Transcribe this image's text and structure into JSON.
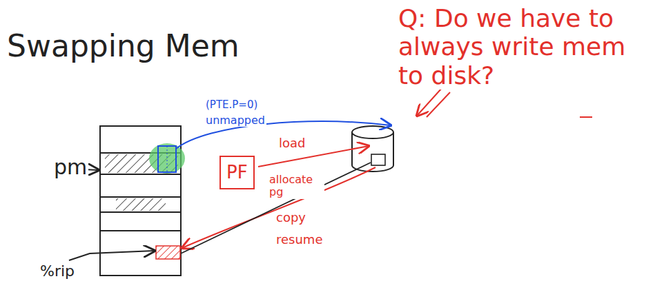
{
  "diagram": {
    "title": "Swapping Mem",
    "nodes": [
      {
        "text": [
          "PF"
        ]
      }
    ],
    "edges": [],
    "labels": [
      "pm",
      "%rip",
      "(PTE.P=0)",
      "unmapped",
      "load",
      "allocate pg",
      "copy",
      "resume",
      "Q: Do we have to always write mem to disk?"
    ]
  }
}
